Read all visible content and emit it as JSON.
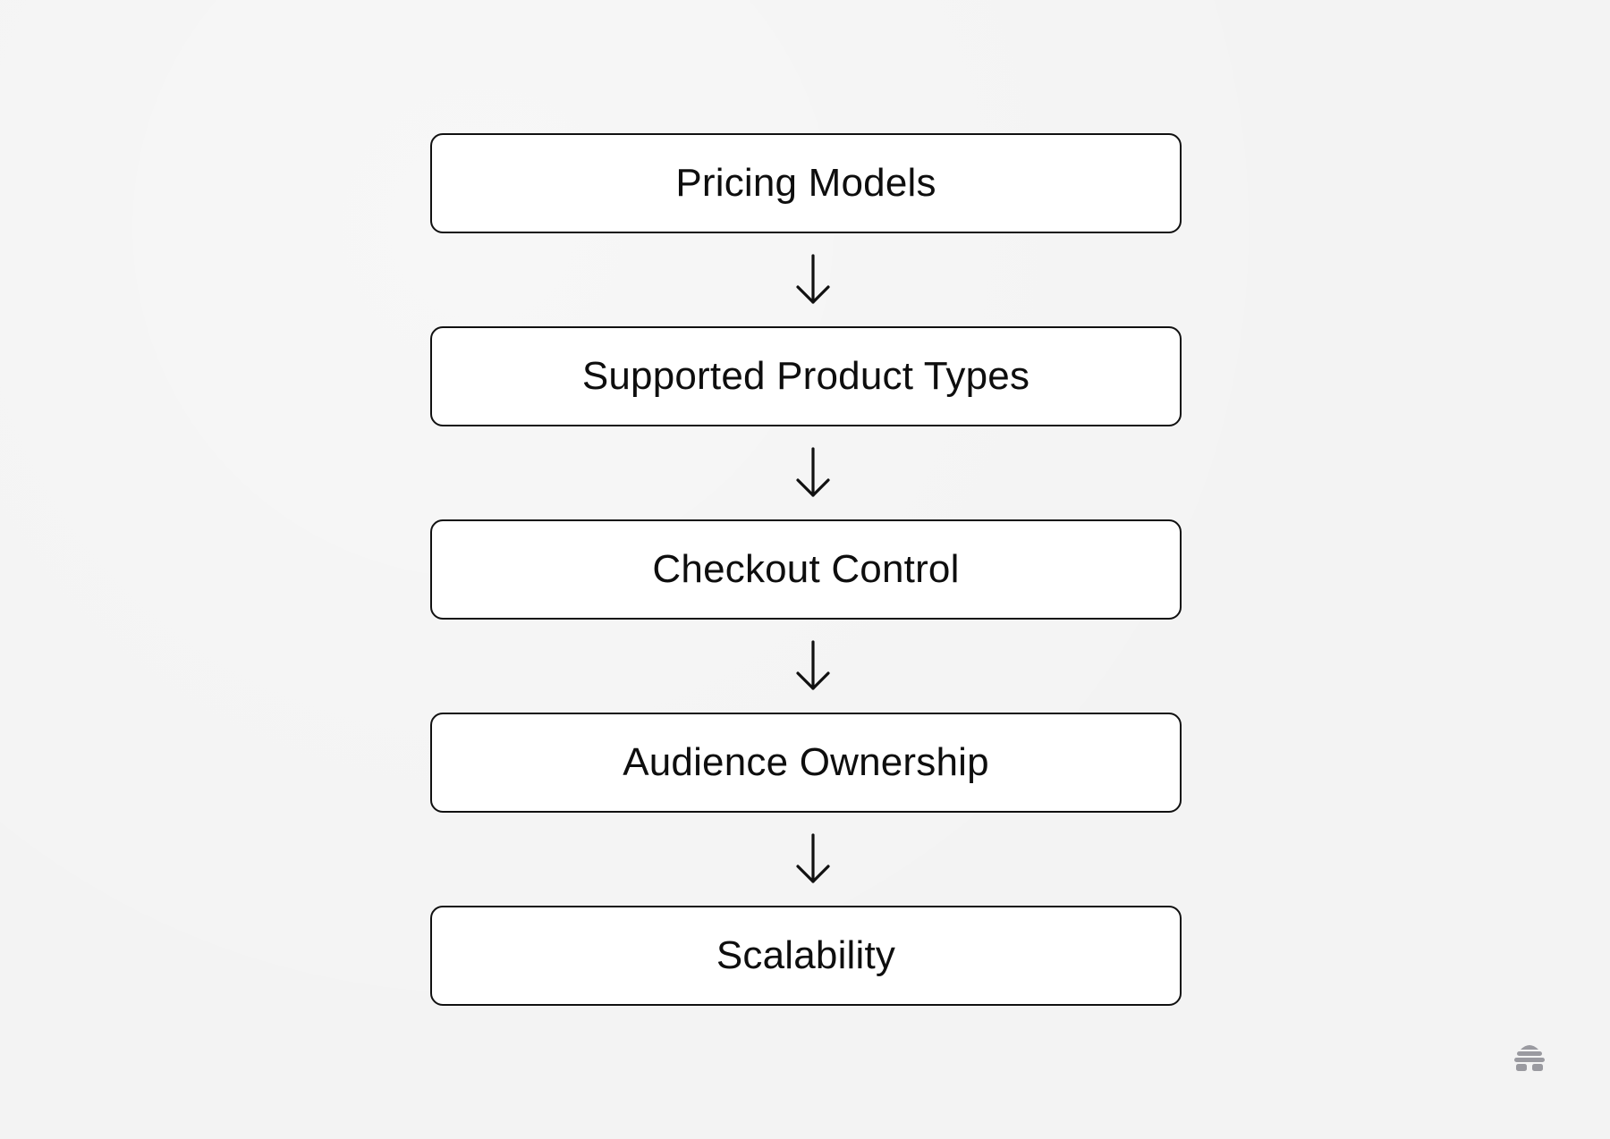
{
  "diagram": {
    "type": "vertical-flowchart",
    "steps": [
      {
        "label": "Pricing Models"
      },
      {
        "label": "Supported Product Types"
      },
      {
        "label": "Checkout Control"
      },
      {
        "label": "Audience Ownership"
      },
      {
        "label": "Scalability"
      }
    ],
    "connectors": [
      {
        "from": 0,
        "to": 1,
        "icon": "arrow-down-icon"
      },
      {
        "from": 1,
        "to": 2,
        "icon": "arrow-down-icon"
      },
      {
        "from": 2,
        "to": 3,
        "icon": "arrow-down-icon"
      },
      {
        "from": 3,
        "to": 4,
        "icon": "arrow-down-icon"
      }
    ]
  },
  "branding": {
    "icon": "beehive-logo-icon"
  },
  "colors": {
    "background": "#f3f3f3",
    "box_fill": "#ffffff",
    "stroke": "#111111",
    "logo": "#9a9aa0"
  }
}
